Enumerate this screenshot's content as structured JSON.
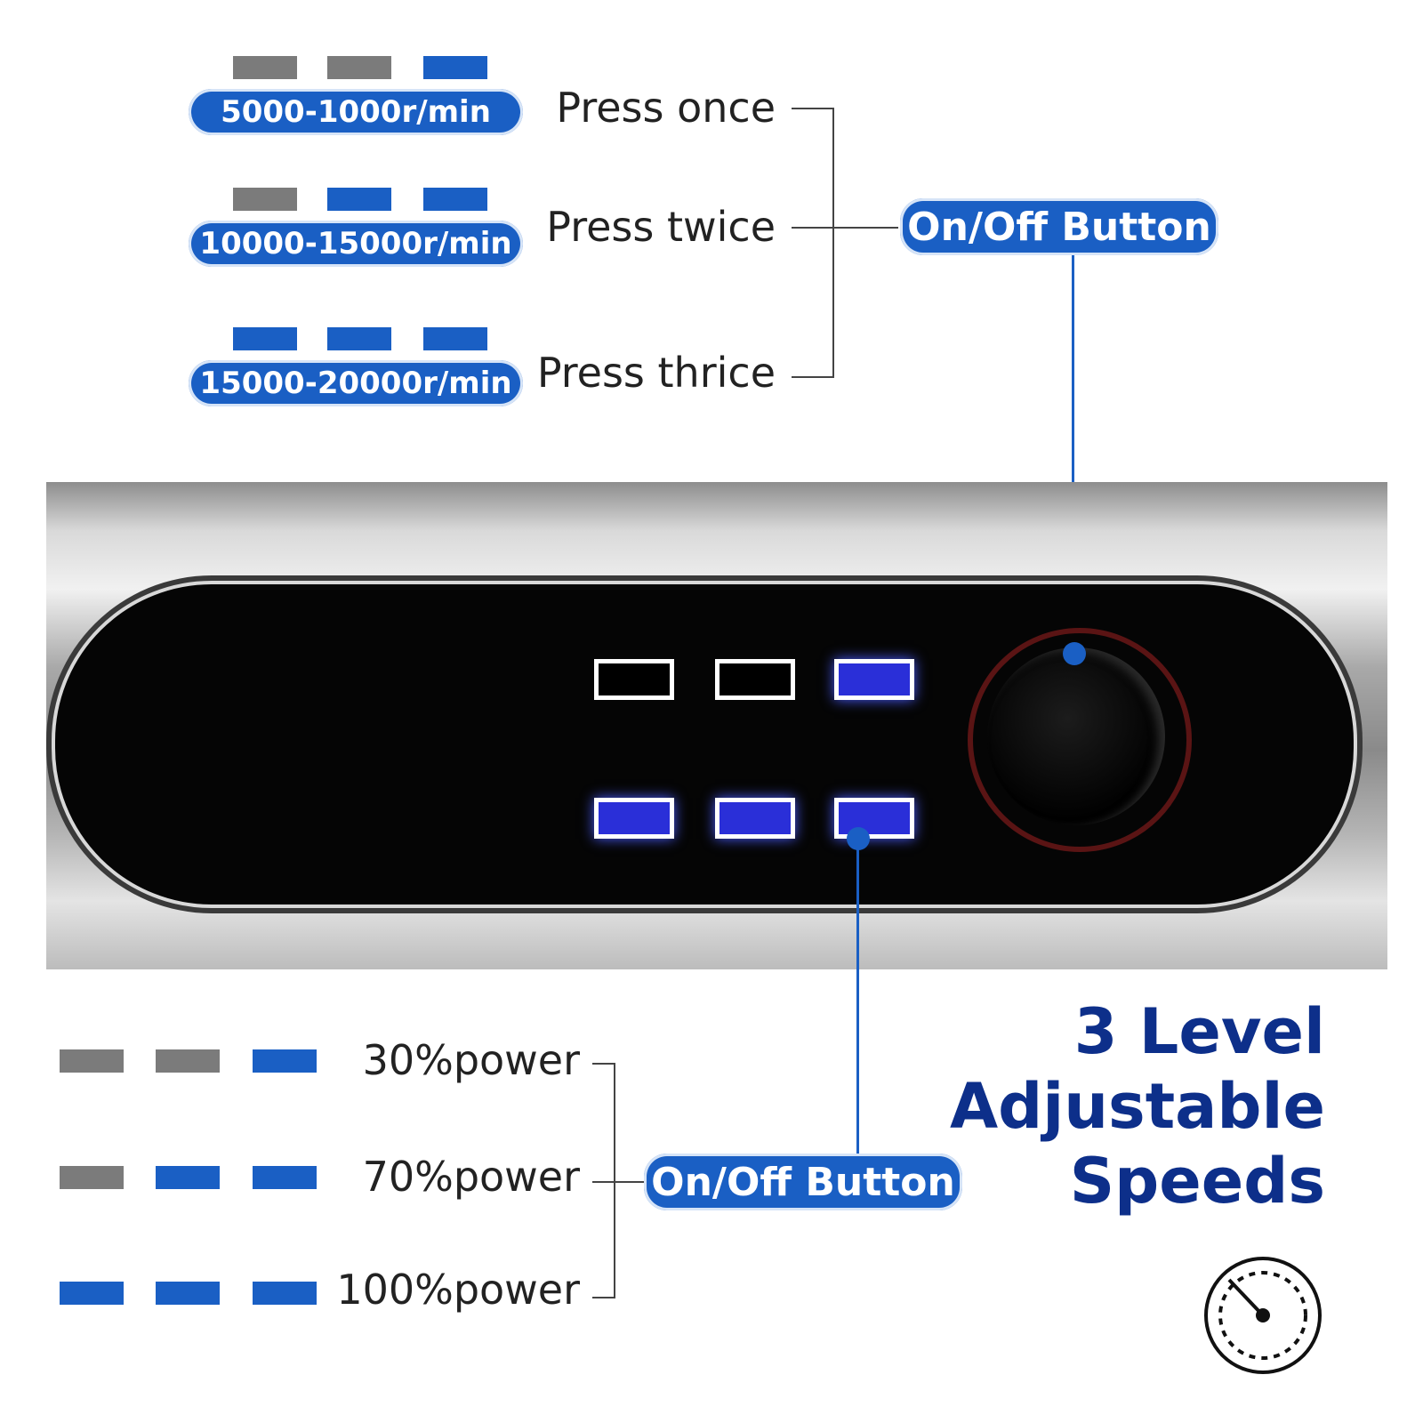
{
  "speed_modes": [
    {
      "label": "5000-1000r/min",
      "press": "Press once",
      "indicators": [
        "off",
        "off",
        "on"
      ]
    },
    {
      "label": "10000-15000r/min",
      "press": "Press twice",
      "indicators": [
        "off",
        "on",
        "on"
      ]
    },
    {
      "label": "15000-20000r/min",
      "press": "Press thrice",
      "indicators": [
        "on",
        "on",
        "on"
      ]
    }
  ],
  "power_modes": [
    {
      "label": "30%power",
      "indicators": [
        "off",
        "off",
        "on"
      ]
    },
    {
      "label": "70%power",
      "indicators": [
        "off",
        "on",
        "on"
      ]
    },
    {
      "label": "100%power",
      "indicators": [
        "on",
        "on",
        "on"
      ]
    }
  ],
  "button_label_top": "On/Off Button",
  "button_label_bottom": "On/Off Button",
  "headline": {
    "line1": "3 Level",
    "line2": "Adjustable",
    "line3": "Speeds"
  },
  "colors": {
    "accent": "#1a5fc4",
    "off": "#7b7b7b",
    "headline": "#0d2f8a"
  },
  "icons": {
    "speed": "speedometer-icon"
  }
}
